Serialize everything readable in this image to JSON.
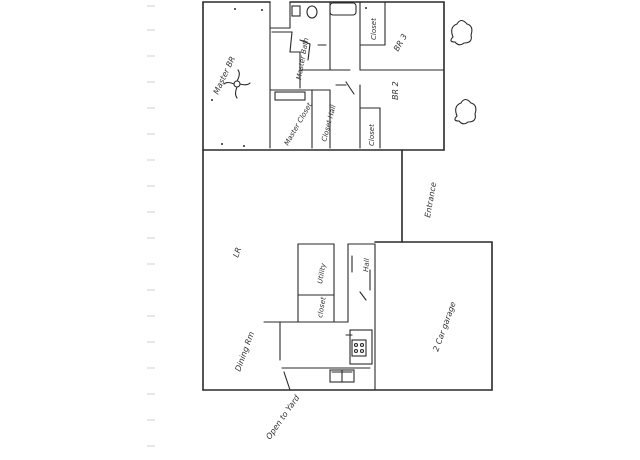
{
  "labels": {
    "master_br": "Master BR",
    "master_bath": "Master Bath",
    "closet_top_right": "Closet",
    "br3": "BR 3",
    "br2": "BR 2",
    "closet_mid_right": "Closet",
    "master_closet": "Master Closet",
    "closet_hall": "Closet Hall",
    "entrance": "Entrance",
    "lr": "LR",
    "utility": "Utility",
    "closet_lower": "closet",
    "hall_word": "Hall",
    "garage": "2 Car garage",
    "dining": "Dining Rm",
    "open_to_yard": "Open to Yard"
  },
  "icons": {
    "ceiling_fan": "ceiling-fan-icon",
    "tree": "tree-icon",
    "sink": "sink-icon",
    "stove": "stove-icon"
  },
  "colors": {
    "ink": "#2a2a2a",
    "paper": "#ffffff",
    "margin": "#d0d0d0"
  }
}
